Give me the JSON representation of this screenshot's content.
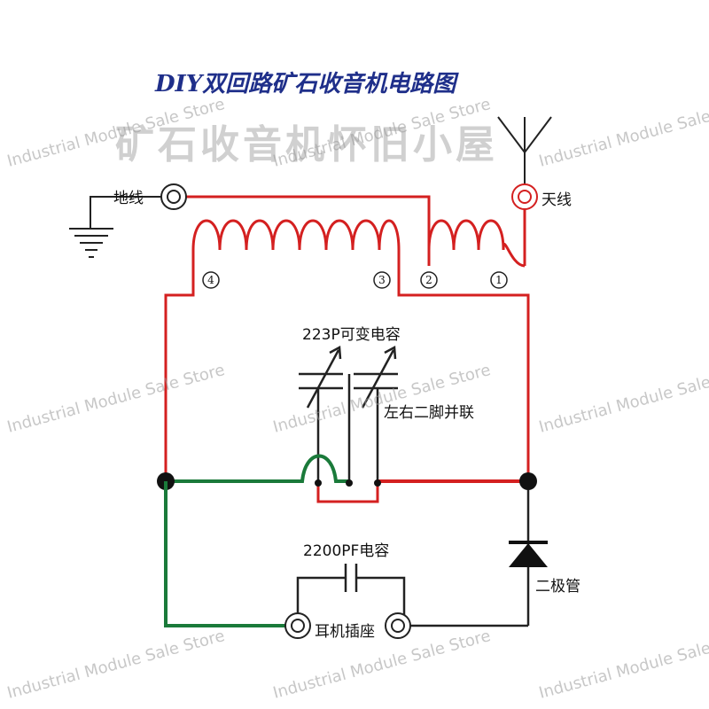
{
  "title": "DIY双回路矿石收音机电路图",
  "subtitle": "矿石收音机怀旧小屋",
  "labels": {
    "ground": "地线",
    "antenna": "天线",
    "cap_variable": "223P可变电容",
    "cap_note": "左右二脚并联",
    "cap_fixed": "2200PF电容",
    "diode": "二极管",
    "earphone": "耳机插座"
  },
  "pins": [
    "4",
    "3",
    "2",
    "1"
  ],
  "watermark": "Industrial Module Sale Store",
  "colors": {
    "red_wire": "#d42020",
    "green_wire": "#1a7a3a",
    "black_wire": "#222222",
    "title": "#1f2f8a"
  }
}
